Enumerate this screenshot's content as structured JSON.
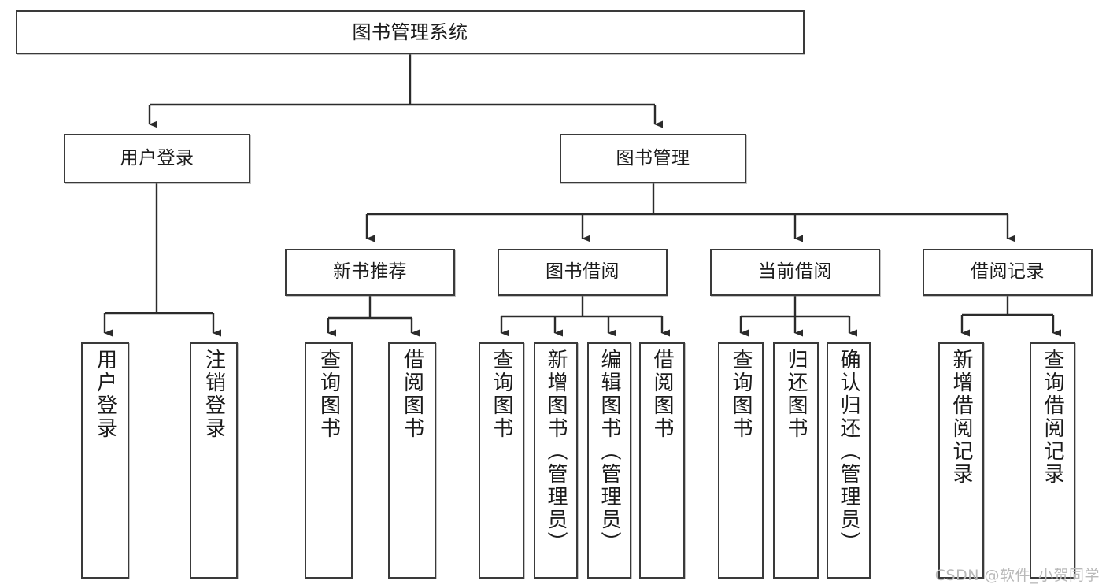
{
  "diagram": {
    "title": "图书管理系统",
    "type": "tree",
    "watermark": "CSDN @软件_小贺同学",
    "colors": {
      "box_border": "#3a3a3a",
      "box_fill": "#ffffff",
      "line": "#2b2b2b",
      "text": "#1b1b1b",
      "watermark": "#b9b9b9",
      "background": "#ffffff"
    },
    "root": {
      "label": "图书管理系统"
    },
    "branches": [
      {
        "label": "用户登录"
      },
      {
        "label": "图书管理"
      }
    ],
    "groups": [
      {
        "label": "新书推荐"
      },
      {
        "label": "图书借阅"
      },
      {
        "label": "当前借阅"
      },
      {
        "label": "借阅记录"
      }
    ],
    "leaves": [
      {
        "label": "用户登录",
        "parent": "用户登录"
      },
      {
        "label": "注销登录",
        "parent": "用户登录"
      },
      {
        "label": "查询图书",
        "parent": "新书推荐"
      },
      {
        "label": "借阅图书",
        "parent": "新书推荐"
      },
      {
        "label": "查询图书",
        "parent": "图书借阅"
      },
      {
        "label": "新增图书（管理员）",
        "parent": "图书借阅"
      },
      {
        "label": "编辑图书（管理员）",
        "parent": "图书借阅"
      },
      {
        "label": "借阅图书",
        "parent": "图书借阅"
      },
      {
        "label": "查询图书",
        "parent": "当前借阅"
      },
      {
        "label": "归还图书",
        "parent": "当前借阅"
      },
      {
        "label": "确认归还（管理员）",
        "parent": "当前借阅"
      },
      {
        "label": "新增借阅记录",
        "parent": "借阅记录"
      },
      {
        "label": "查询借阅记录",
        "parent": "借阅记录"
      }
    ]
  }
}
